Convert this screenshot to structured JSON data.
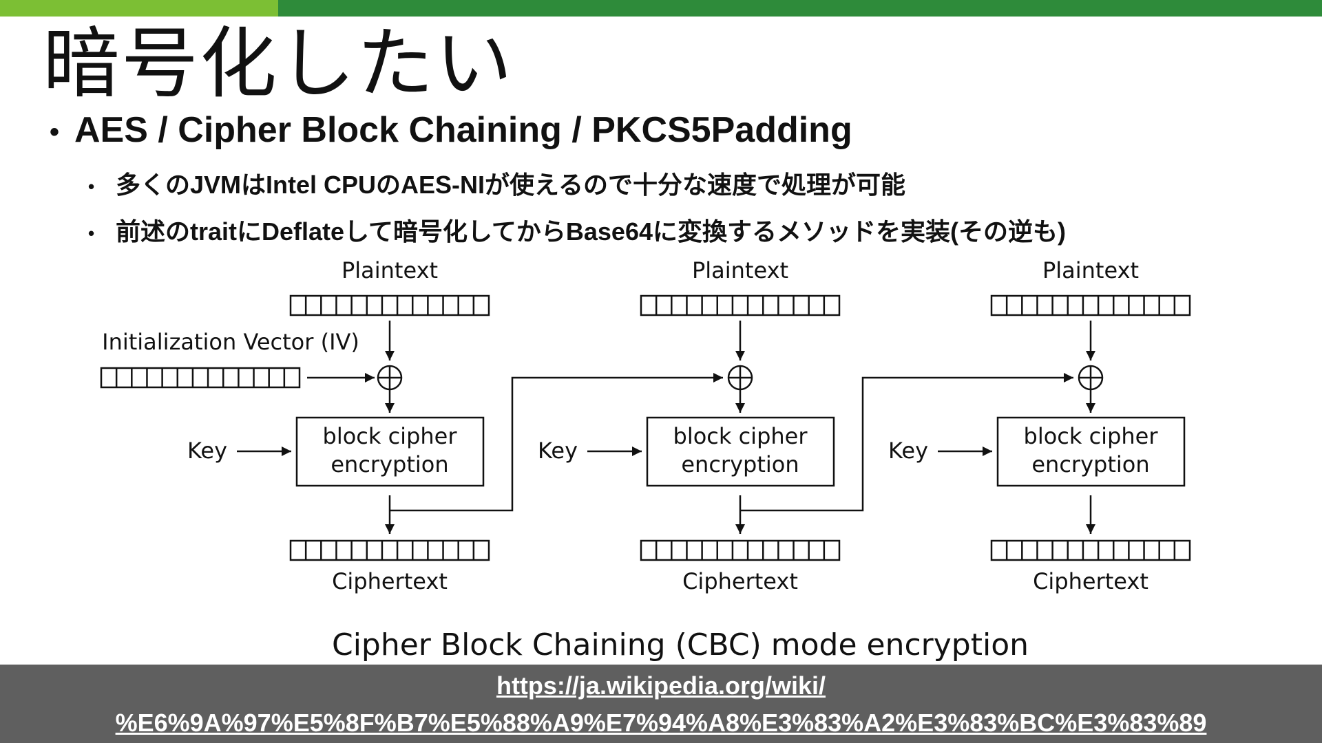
{
  "slide": {
    "title": "暗号化したい",
    "bullet1": "AES / Cipher Block Chaining / PKCS5Padding",
    "sub_bullets": [
      "多くのJVMはIntel CPUのAES-NIが使えるので十分な速度で処理が可能",
      "前述のtraitにDeflateして暗号化してからBase64に変換するメソッドを実装(その逆も)"
    ],
    "bullet_glyph": "•"
  },
  "diagram": {
    "plaintext_label": "Plaintext",
    "ciphertext_label": "Ciphertext",
    "iv_label": "Initialization Vector (IV)",
    "key_label": "Key",
    "block_line1": "block cipher",
    "block_line2": "encryption",
    "caption": "Cipher Block Chaining (CBC) mode encryption"
  },
  "footer": {
    "link_line1": "https://ja.wikipedia.org/wiki/",
    "link_line2": "%E6%9A%97%E5%8F%B7%E5%88%A9%E7%94%A8%E3%83%A2%E3%83%BC%E3%83%89"
  },
  "colors": {
    "accent_light": "#7cbf34",
    "accent_dark": "#2e8b3a",
    "footer_bg": "#5f5f5f"
  }
}
